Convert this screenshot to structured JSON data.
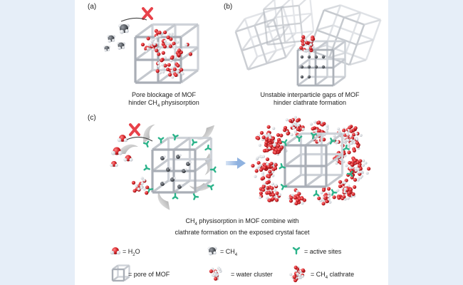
{
  "panels": {
    "a": {
      "label": "(a)",
      "caption_line1": "Pore blockage of MOF",
      "caption_line2_prefix": "hinder CH",
      "caption_line2_sub": "4",
      "caption_line2_suffix": " physisorption"
    },
    "b": {
      "label": "(b)",
      "caption_line1": "Unstable  interparticle gaps of MOF",
      "caption_line2": "hinder clathrate formation"
    },
    "c": {
      "label": "(c)",
      "caption_line1_prefix": "CH",
      "caption_line1_sub": "4",
      "caption_line1_suffix": "  physisorption in MOF combine with",
      "caption_line2": "clathrate formation on the exposed crystal facet"
    }
  },
  "legend": {
    "water_prefix": "= H",
    "water_sub": "2",
    "water_suffix": "O",
    "methane_prefix": "= CH",
    "methane_sub": "4",
    "active_sites": "= active sites",
    "pore": "= pore of MOF",
    "water_cluster": "= water cluster",
    "clathrate_prefix": "= CH",
    "clathrate_sub": "4",
    "clathrate_suffix": " clathrate"
  },
  "colors": {
    "background": "#e6eef8",
    "panel": "#ffffff",
    "frame": "#b9bec6",
    "frame_dark": "#8d939c",
    "water_red": "#d9262b",
    "active_green": "#2bb38a",
    "block_x": "#e8424a",
    "arrow_blue": "#a9c4e8"
  }
}
